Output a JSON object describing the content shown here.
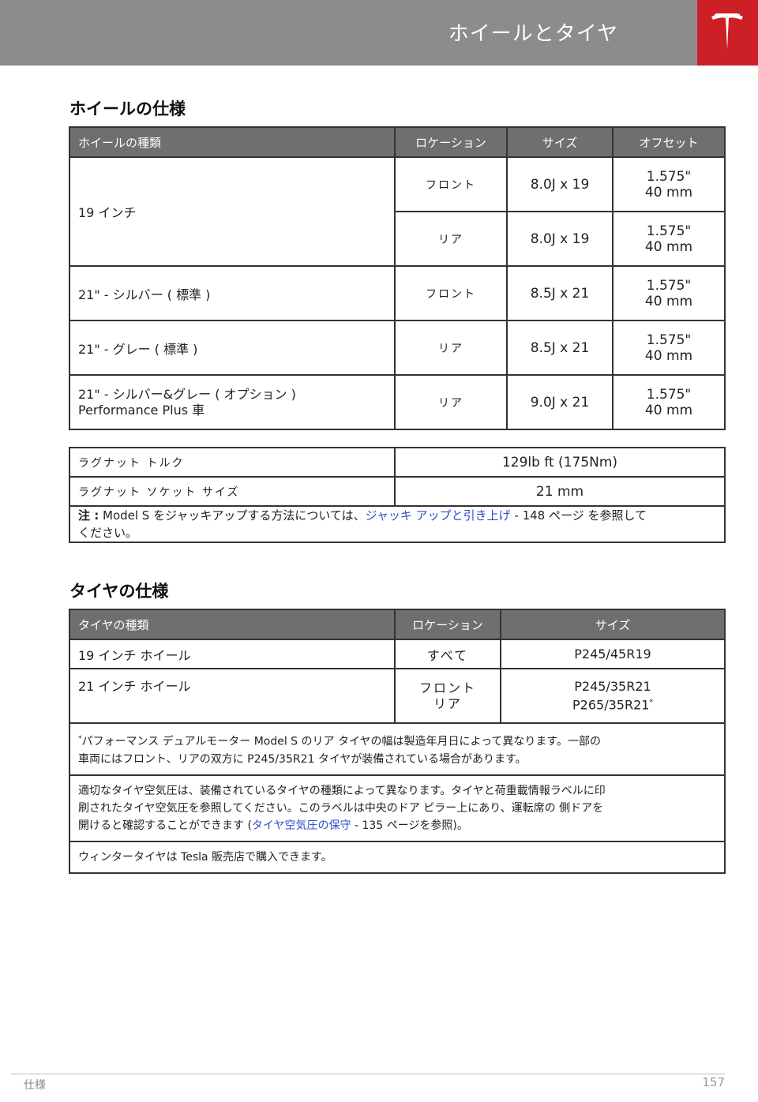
{
  "header": {
    "title": "ホイールとタイヤ"
  },
  "wheel_section": {
    "title": "ホイールの仕様",
    "columns": [
      "ホイールの種類",
      "ロケーション",
      "サイズ",
      "オフセット"
    ],
    "rows": [
      {
        "type": "19 インチ",
        "location": "フロント",
        "size": "8.0J x 19",
        "offset_in": "1.575\"",
        "offset_mm": "40 mm"
      },
      {
        "type": "",
        "location": "リア",
        "size": "8.0J x 19",
        "offset_in": "1.575\"",
        "offset_mm": "40 mm"
      },
      {
        "type": "21\" - シルバー ( 標準 )",
        "location": "フロント",
        "size": "8.5J x 21",
        "offset_in": "1.575\"",
        "offset_mm": "40 mm"
      },
      {
        "type": "21\" - グレー ( 標準 )",
        "location": "リア",
        "size": "8.5J x 21",
        "offset_in": "1.575\"",
        "offset_mm": "40 mm"
      },
      {
        "type": "21\" - シルバー&グレー ( オプション )",
        "type_line2": "Performance Plus 車",
        "location": "リア",
        "size": "9.0J x 21",
        "offset_in": "1.575\"",
        "offset_mm": "40 mm"
      }
    ]
  },
  "lug": {
    "torque_label": "ラグナット トルク",
    "torque_value": "129lb ft (175Nm)",
    "socket_label": "ラグナット ソケット サイズ",
    "socket_value": "21 mm",
    "note_prefix": "注 :",
    "note_text": " Model S をジャッキアップする方法については、",
    "note_link": "ジャッキ アップと引き上げ",
    "note_suffix": " - 148 ページ を参照して",
    "note_line2": "ください。"
  },
  "tire_section": {
    "title": "タイヤの仕様",
    "columns": [
      "タイヤの種類",
      "ロケーション",
      "サイズ"
    ],
    "rows": [
      {
        "type": "19 インチ ホイール",
        "location": "すべて",
        "size": "P245/45R19"
      },
      {
        "type": "21 インチ ホイール",
        "location": "フロント",
        "location2": "リア",
        "size": "P245/35R21",
        "size2": "P265/35R21",
        "size2_mark": "*"
      }
    ],
    "note1_mark": "*",
    "note1_line1": "パフォーマンス デュアルモーター Model S のリア タイヤの幅は製造年月日によって異なります。一部の",
    "note1_line2": "車両にはフロント、リアの双方に P245/35R21 タイヤが装備されている場合があります。",
    "note2_line1": "適切なタイヤ空気圧は、装備されているタイヤの種類によって異なります。タイヤと荷重載情報ラベルに印",
    "note2_line2": "刷されたタイヤ空気圧を参照してください。このラベルは中央のドア ピラー上にあり、運転席の 側ドアを",
    "note2_line3_a": "開けると確認することができます (",
    "note2_link": "タイヤ空気圧の保守",
    "note2_line3_b": " - 135 ページを参照)。",
    "note3": "ウィンタータイヤは Tesla 販売店で購入できます。"
  },
  "footer": {
    "section": "仕様",
    "page": "157"
  },
  "colors": {
    "header_bg": "#8c8c8c",
    "logo_bg": "#cc1f26",
    "table_header_bg": "#6f6f6f",
    "link": "#2e4fc9"
  }
}
